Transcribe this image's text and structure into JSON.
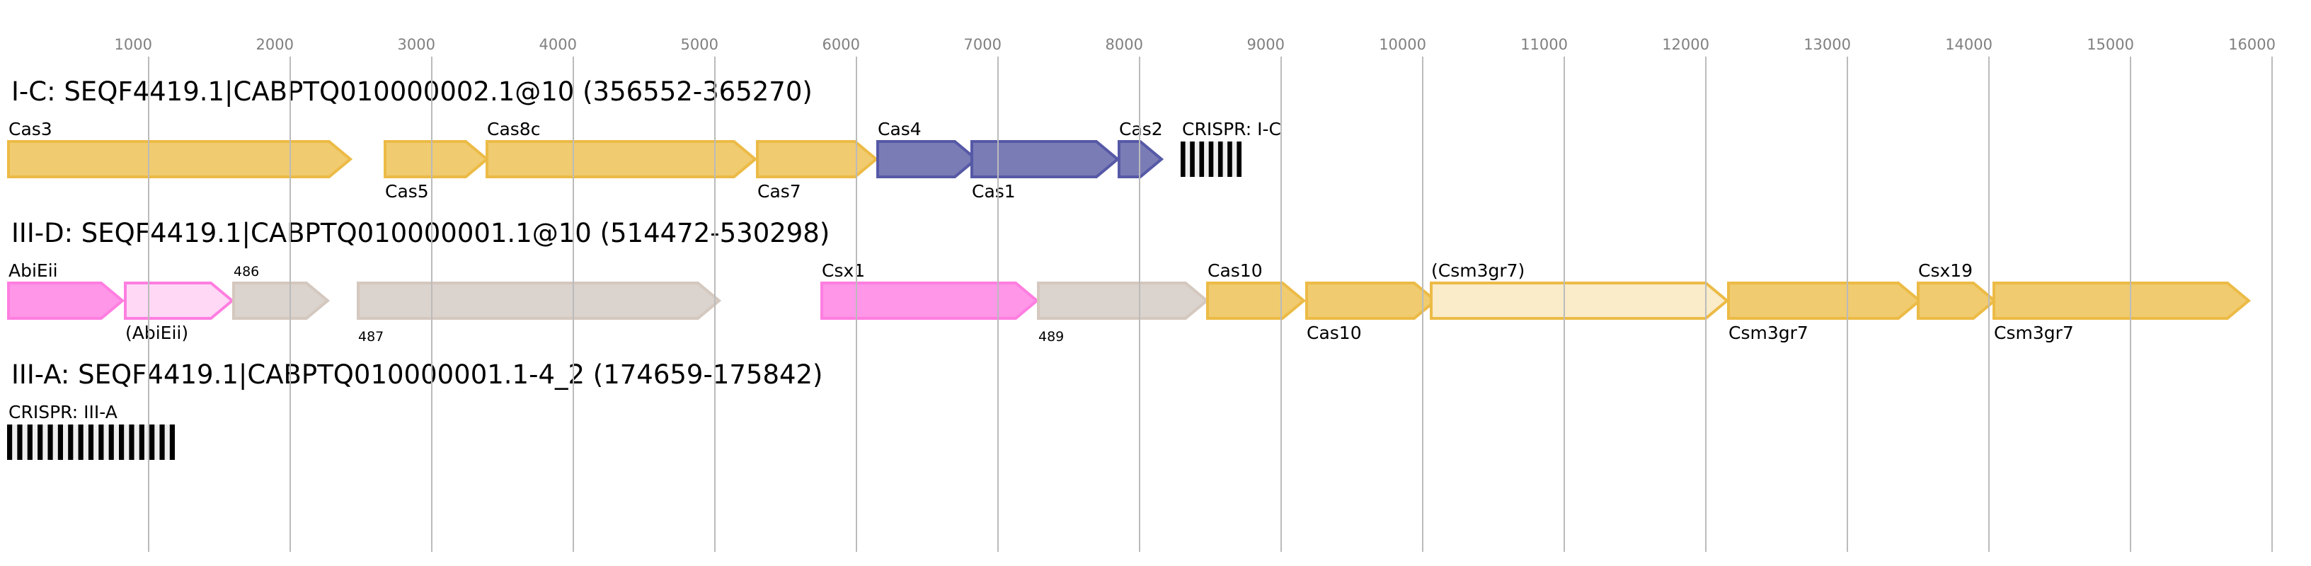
{
  "chart_data": {
    "type": "gene-cluster-map",
    "axis": {
      "unit": "bp",
      "range": [
        0,
        16250
      ],
      "ticks": [
        1000,
        2000,
        3000,
        4000,
        5000,
        6000,
        7000,
        8000,
        9000,
        10000,
        11000,
        12000,
        13000,
        14000,
        15000,
        16000
      ],
      "grid": true
    },
    "styles": {
      "core": {
        "fill": "#f0cb6f",
        "stroke": "#ecbb46"
      },
      "adaptation": {
        "fill": "#7a7cb6",
        "stroke": "#5659a6"
      },
      "accessory": {
        "fill": "#ff96e8",
        "stroke": "#ff7ee0"
      },
      "accessory_partial": {
        "fill": "#ffd8f6",
        "stroke": "#ff7ee0"
      },
      "unknown": {
        "fill": "#dbd3cd",
        "stroke": "#d4c8bf"
      },
      "core_partial": {
        "fill": "#faebc9",
        "stroke": "#ecbb46"
      },
      "crispr": {
        "repeat": "#000000",
        "spacer": "#eeeeee"
      }
    },
    "rows": [
      {
        "title": "I-C: SEQF4419.1|CABPTQ010000002.1@10 (356552-365270)",
        "features": [
          {
            "kind": "gene",
            "label": "Cas3",
            "start": 0,
            "end": 2425,
            "strand": "+",
            "style": "core",
            "label_pos": "above",
            "label_size": "normal"
          },
          {
            "kind": "gene",
            "label": "Cas5",
            "start": 2660,
            "end": 3390,
            "strand": "+",
            "style": "core",
            "label_pos": "below",
            "label_size": "normal"
          },
          {
            "kind": "gene",
            "label": "Cas8c",
            "start": 3380,
            "end": 5285,
            "strand": "+",
            "style": "core",
            "label_pos": "above",
            "label_size": "normal"
          },
          {
            "kind": "gene",
            "label": "Cas7",
            "start": 5290,
            "end": 6140,
            "strand": "+",
            "style": "core",
            "label_pos": "below",
            "label_size": "normal"
          },
          {
            "kind": "gene",
            "label": "Cas4",
            "start": 6140,
            "end": 6845,
            "strand": "+",
            "style": "adaptation",
            "label_pos": "above",
            "label_size": "normal"
          },
          {
            "kind": "gene",
            "label": "Cas1",
            "start": 6805,
            "end": 7845,
            "strand": "+",
            "style": "adaptation",
            "label_pos": "below",
            "label_size": "normal"
          },
          {
            "kind": "gene",
            "label": "Cas2",
            "start": 7845,
            "end": 8155,
            "strand": "+",
            "style": "adaptation",
            "label_pos": "above",
            "label_size": "normal"
          },
          {
            "kind": "crispr",
            "label": "CRISPR: I-C",
            "start": 8290,
            "end": 8720,
            "repeats": 7,
            "label_pos": "above",
            "label_size": "normal"
          }
        ]
      },
      {
        "title": "III-D: SEQF4419.1|CABPTQ010000001.1@10 (514472-530298)",
        "features": [
          {
            "kind": "gene",
            "label": "AbiEii",
            "start": 0,
            "end": 815,
            "strand": "+",
            "style": "accessory",
            "label_pos": "above",
            "label_size": "normal"
          },
          {
            "kind": "gene",
            "label": "(AbiEii)",
            "start": 825,
            "end": 1590,
            "strand": "+",
            "style": "accessory_partial",
            "label_pos": "below",
            "label_size": "normal"
          },
          {
            "kind": "gene",
            "label": "486",
            "start": 1590,
            "end": 2265,
            "strand": "+",
            "style": "unknown",
            "label_pos": "above",
            "label_size": "small"
          },
          {
            "kind": "gene",
            "label": "487",
            "start": 2470,
            "end": 5030,
            "strand": "+",
            "style": "unknown",
            "label_pos": "below",
            "label_size": "small"
          },
          {
            "kind": "gene",
            "label": "Csx1",
            "start": 5745,
            "end": 7275,
            "strand": "+",
            "style": "accessory",
            "label_pos": "above",
            "label_size": "normal"
          },
          {
            "kind": "gene",
            "label": "489",
            "start": 7275,
            "end": 8475,
            "strand": "+",
            "style": "unknown",
            "label_pos": "below",
            "label_size": "small"
          },
          {
            "kind": "gene",
            "label": "Cas10",
            "start": 8470,
            "end": 9160,
            "strand": "+",
            "style": "core",
            "label_pos": "above",
            "label_size": "normal"
          },
          {
            "kind": "gene",
            "label": "Cas10",
            "start": 9170,
            "end": 10090,
            "strand": "+",
            "style": "core",
            "label_pos": "below",
            "label_size": "normal"
          },
          {
            "kind": "gene",
            "label": "(Csm3gr7)",
            "start": 10050,
            "end": 12150,
            "strand": "+",
            "style": "core_partial",
            "label_pos": "above",
            "label_size": "normal"
          },
          {
            "kind": "gene",
            "label": "Csm3gr7",
            "start": 12150,
            "end": 13510,
            "strand": "+",
            "style": "core",
            "label_pos": "below",
            "label_size": "normal"
          },
          {
            "kind": "gene",
            "label": "Csx19",
            "start": 13490,
            "end": 14040,
            "strand": "+",
            "style": "core",
            "label_pos": "above",
            "label_size": "normal"
          },
          {
            "kind": "gene",
            "label": "Csm3gr7",
            "start": 14025,
            "end": 15835,
            "strand": "+",
            "style": "core",
            "label_pos": "below",
            "label_size": "normal"
          }
        ]
      },
      {
        "title": "III-A: SEQF4419.1|CABPTQ010000001.1-4_2 (174659-175842)",
        "features": [
          {
            "kind": "crispr",
            "label": "CRISPR: III-A",
            "start": 0,
            "end": 1185,
            "repeats": 17,
            "label_pos": "above",
            "label_size": "normal"
          }
        ]
      }
    ]
  }
}
